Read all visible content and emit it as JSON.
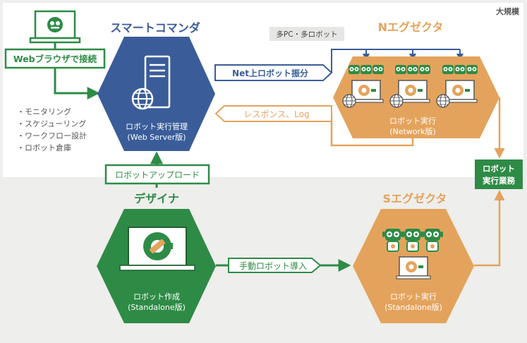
{
  "corner_label": "大規模",
  "pc_label": "多PC・多ロボット",
  "commander": {
    "title": "スマートコマンダ",
    "label_line1": "ロボット実行管理",
    "label_line2": "(Web Server版)"
  },
  "browser_label": "Webブラウザで接続",
  "features": [
    "・モニタリング",
    "・スケジューリング",
    "・ワークフロー設計",
    "・ロボット倉庫"
  ],
  "net_dispatch_label": "Net上ロボット振分",
  "response_label": "レスポンス、Log",
  "n_executor": {
    "title": "Nエグゼクタ",
    "label_line1": "ロボット実行",
    "label_line2": "(Network版)"
  },
  "robot_business": {
    "line1": "ロボット",
    "line2": "実行業務"
  },
  "upload_label": "ロボットアップロード",
  "designer": {
    "title": "デザイナ",
    "label_line1": "ロボット作成",
    "label_line2": "(Standalone版)"
  },
  "manual_import_label": "手動ロボット導入",
  "s_executor": {
    "title": "Sエグゼクタ",
    "label_line1": "ロボット実行",
    "label_line2": "(Standalone版)"
  },
  "colors": {
    "blue": "#3a5d9a",
    "orange": "#e4a35c",
    "green": "#2e8b46",
    "grey_bg": "#eeeeec",
    "white_panel": "#ffffff"
  }
}
